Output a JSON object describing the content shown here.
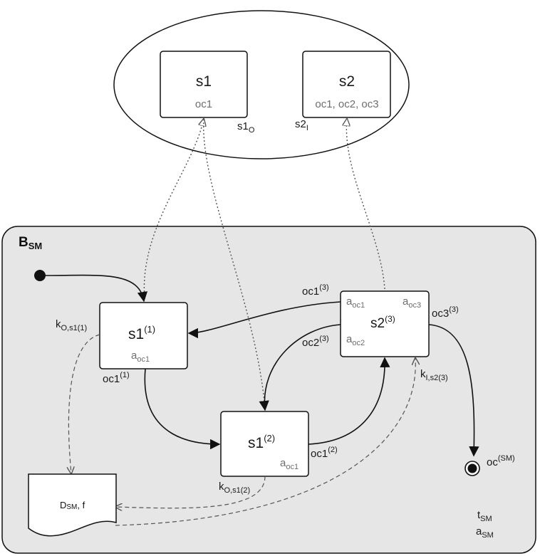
{
  "compound": {
    "label": "B",
    "label_sub": "SM"
  },
  "top_states": [
    {
      "id": "s1",
      "title": "s1",
      "outcomes": "oc1"
    },
    {
      "id": "s2",
      "title": "s2",
      "outcomes": "oc1, oc2, oc3"
    }
  ],
  "interface_labels": {
    "s1_out": {
      "main": "s1",
      "sub": "O"
    },
    "s2_in": {
      "main": "s2",
      "sub": "I"
    }
  },
  "instances": {
    "s1_1": {
      "main": "s1",
      "sup": "(1)",
      "action": "a",
      "action_sub": "oc1"
    },
    "s1_2": {
      "main": "s1",
      "sup": "(2)",
      "action": "a",
      "action_sub": "oc1"
    },
    "s2_3": {
      "main": "s2",
      "sup": "(3)",
      "actions": [
        {
          "main": "a",
          "sub": "oc1"
        },
        {
          "main": "a",
          "sub": "oc3"
        },
        {
          "main": "a",
          "sub": "oc2"
        }
      ]
    }
  },
  "transitions": {
    "t_s1_1_oc1": {
      "main": "oc1",
      "sup": "(1)"
    },
    "t_s1_2_oc1": {
      "main": "oc1",
      "sup": "(2)"
    },
    "t_s2_3_oc1": {
      "main": "oc1",
      "sup": "(3)"
    },
    "t_s2_3_oc2": {
      "main": "oc2",
      "sup": "(3)"
    },
    "t_s2_3_oc3": {
      "main": "oc3",
      "sup": "(3)"
    }
  },
  "keys": {
    "k_o_s1_1": {
      "main": "k",
      "sub": "O,s1(1)"
    },
    "k_o_s1_2": {
      "main": "k",
      "sub": "O,s1(2)"
    },
    "k_i_s2_3": {
      "main": "k",
      "sub": "I,s2(3)"
    }
  },
  "final_outcome": {
    "main": "oc",
    "sup": "(SM)"
  },
  "document": {
    "main": "D",
    "sub": "SM",
    "rest": ", f"
  },
  "footer": [
    {
      "main": "t",
      "sub": "SM"
    },
    {
      "main": "a",
      "sub": "SM"
    }
  ]
}
